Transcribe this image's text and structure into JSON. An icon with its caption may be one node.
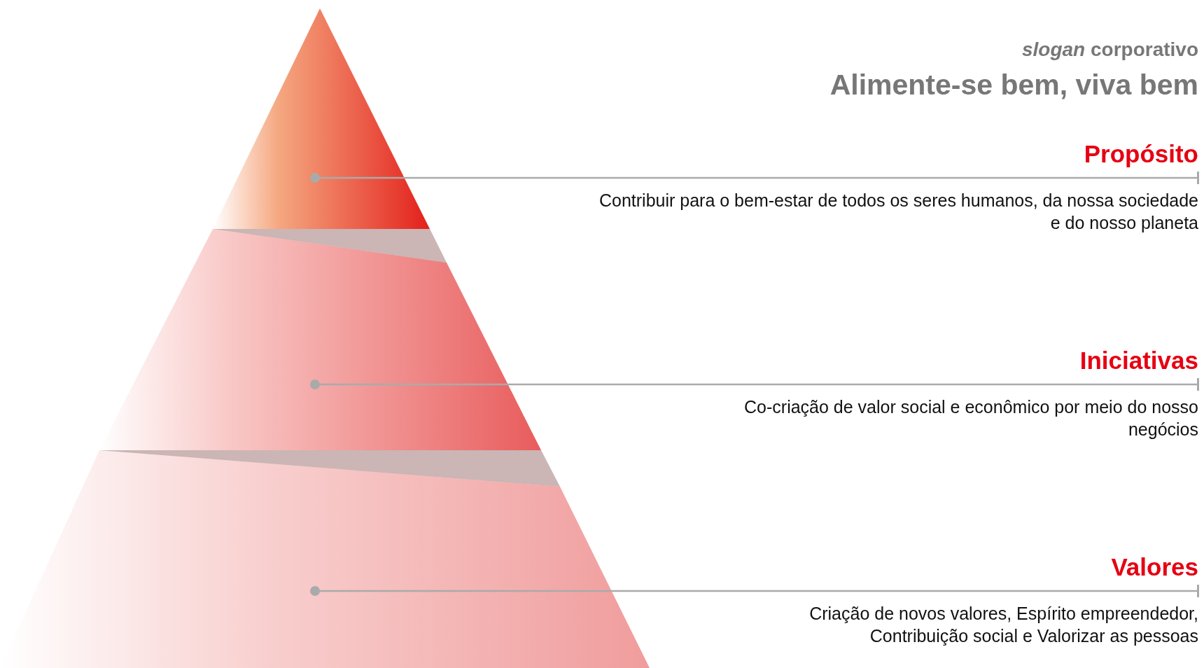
{
  "diagram": {
    "nodes": [
      {
        "text": [],
        "shape": "triangle"
      },
      {
        "text": [
          "Propósito",
          "Contribuir para o bem-estar de todos os seres humanos, da nossa sociedade e do nosso planeta"
        ]
      },
      {
        "text": [],
        "shape": "trapezoid"
      },
      {
        "text": [
          "Iniciativas",
          "Co-criação de valor social e econômico por meio do nosso negócios"
        ]
      },
      {
        "text": [],
        "shape": "trapezoid"
      },
      {
        "text": [
          "Valores",
          "Criação de novos valores, Espírito empreendedor, Contribuição social e Valorizar as pessoas"
        ]
      }
    ],
    "edges": [
      {
        "from": 1,
        "to": 0,
        "arrow": "other"
      },
      {
        "from": 3,
        "to": 2,
        "arrow": "other"
      },
      {
        "from": 5,
        "to": 4,
        "arrow": "other"
      }
    ],
    "labels": [
      "*slogan* corporativo",
      "Alimente-se bem, viva bem"
    ]
  }
}
